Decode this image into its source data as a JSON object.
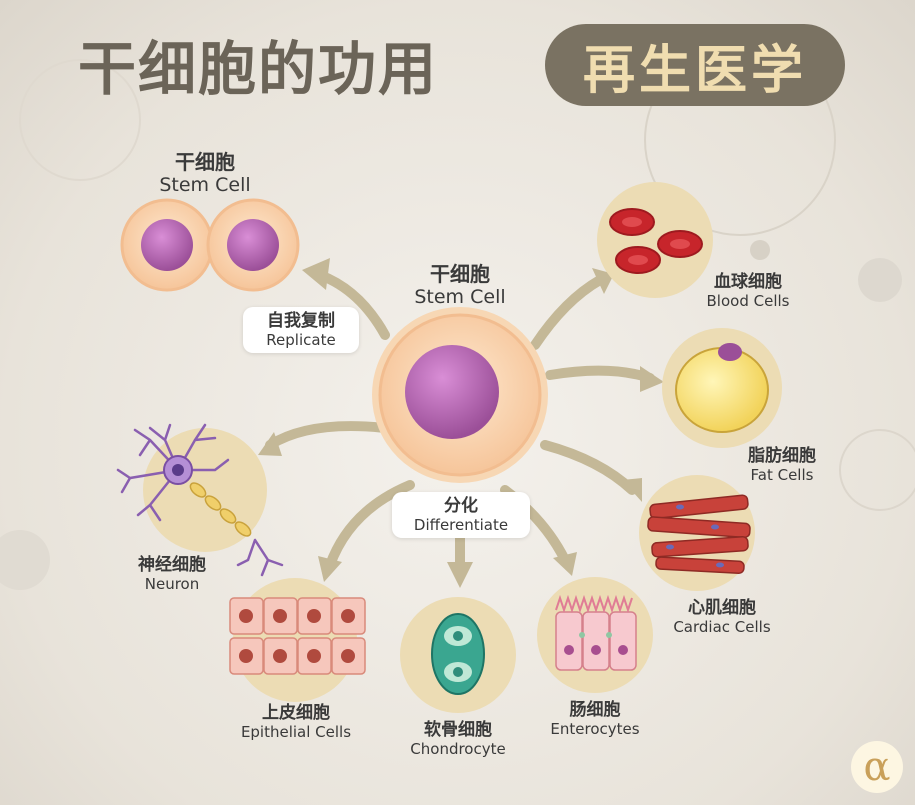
{
  "header": {
    "title": "干细胞的功用",
    "badge": "再生医学"
  },
  "center": {
    "zh": "干细胞",
    "en": "Stem Cell"
  },
  "replicate": {
    "result": {
      "zh": "干细胞",
      "en": "Stem Cell"
    },
    "action": {
      "zh": "自我复制",
      "en": "Replicate"
    }
  },
  "differentiate": {
    "zh": "分化",
    "en": "Differentiate"
  },
  "targets": [
    {
      "zh": "血球细胞",
      "en": "Blood Cells"
    },
    {
      "zh": "脂肪细胞",
      "en": "Fat Cells"
    },
    {
      "zh": "心肌细胞",
      "en": "Cardiac Cells"
    },
    {
      "zh": "肠细胞",
      "en": "Enterocytes"
    },
    {
      "zh": "软骨细胞",
      "en": "Chondrocyte"
    },
    {
      "zh": "上皮细胞",
      "en": "Epithelial Cells"
    },
    {
      "zh": "神经细胞",
      "en": "Neuron"
    }
  ],
  "logo": "α",
  "colors": {
    "arrow": "#c4b897",
    "disc": "#ecdcb4",
    "title": "#6b6458",
    "badge_bg": "#7a7262",
    "badge_text": "#f0ddb0"
  }
}
